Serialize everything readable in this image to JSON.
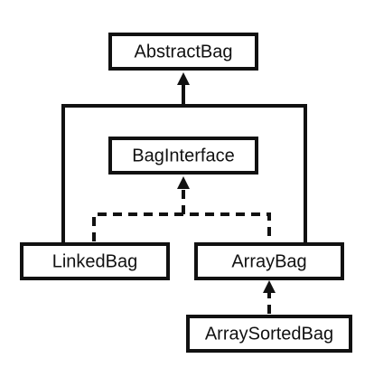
{
  "diagram": {
    "nodes": {
      "abstract_bag": "AbstractBag",
      "bag_interface": "BagInterface",
      "linked_bag": "LinkedBag",
      "array_bag": "ArrayBag",
      "array_sorted_bag": "ArraySortedBag"
    },
    "colors": {
      "stroke": "#111111",
      "fill": "#ffffff",
      "text": "#111111"
    }
  }
}
